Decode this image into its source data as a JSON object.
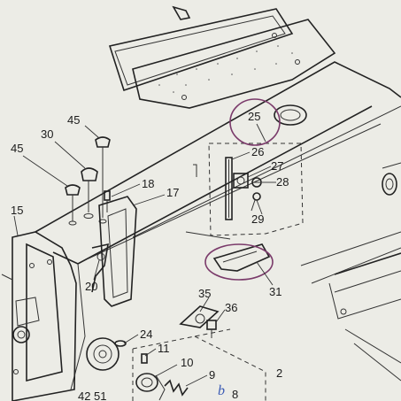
{
  "parts": [
    {
      "id": "p45a",
      "label": "45"
    },
    {
      "id": "p30",
      "label": "30"
    },
    {
      "id": "p45b",
      "label": "45"
    },
    {
      "id": "p15",
      "label": "15"
    },
    {
      "id": "p18",
      "label": "18"
    },
    {
      "id": "p17",
      "label": "17"
    },
    {
      "id": "p20",
      "label": "20"
    },
    {
      "id": "p25",
      "label": "25"
    },
    {
      "id": "p26",
      "label": "26"
    },
    {
      "id": "p27",
      "label": "27"
    },
    {
      "id": "p28",
      "label": "28"
    },
    {
      "id": "p29",
      "label": "29"
    },
    {
      "id": "p31",
      "label": "31"
    },
    {
      "id": "p35",
      "label": "35"
    },
    {
      "id": "p36",
      "label": "36"
    },
    {
      "id": "p24",
      "label": "24"
    },
    {
      "id": "p11",
      "label": "11"
    },
    {
      "id": "p10",
      "label": "10"
    },
    {
      "id": "p9",
      "label": "9"
    },
    {
      "id": "p8",
      "label": "8"
    },
    {
      "id": "p2",
      "label": "2"
    },
    {
      "id": "p42",
      "label": "42"
    },
    {
      "id": "p51",
      "label": "51"
    }
  ],
  "handwritten_mark": "b",
  "colors": {
    "paper": "#ecece6",
    "ink": "#222222",
    "marker": "#7a3a6a"
  }
}
